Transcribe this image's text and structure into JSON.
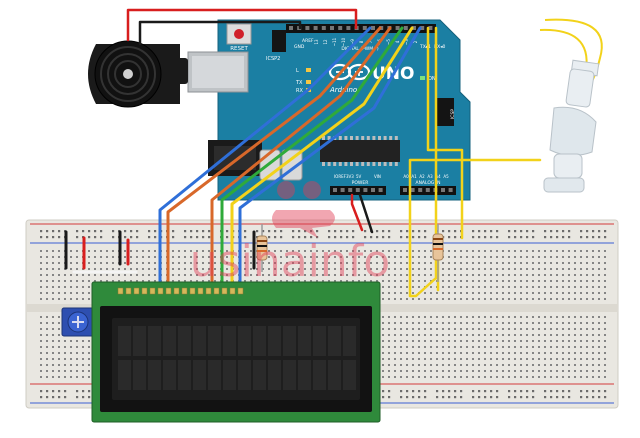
{
  "arduino": {
    "model": "UNO",
    "brand": "Arduino",
    "reset_label": "RESET",
    "icsp2_label": "ICSP2",
    "icsp_label": "ICSP",
    "on_label": "ON",
    "tx_label": "TX",
    "rx_label": "RX",
    "l_label": "L",
    "power_label": "POWER",
    "analog_label": "ANALOG IN",
    "digital_label": "DIGITAL (PWM~)",
    "aref_label": "AREF",
    "gnd_label": "GND",
    "ioref_label": "IOREF",
    "v5_label": "5V",
    "v33_label": "3V3",
    "vin_label": "VIN",
    "tx1_label": "TX▸1",
    "rx0_label": "RX◂0",
    "pin_numbers": [
      "13",
      "12",
      "~11",
      "~10",
      "~9",
      "8",
      "7",
      "~6",
      "~5",
      "4",
      "~3",
      "2"
    ],
    "analog_pins": [
      "A0",
      "A1",
      "A2",
      "A3",
      "A4",
      "A5"
    ]
  },
  "watermark": "usinainfo",
  "colors": {
    "board": "#1b7fa3",
    "breadboard": "#e9e7e1",
    "lcd_pcb": "#2f8a3b",
    "lcd_screen": "#1e1e1e",
    "wire_red": "#d81e1e",
    "wire_black": "#1a1a1a",
    "wire_orange": "#d8682a",
    "wire_blue": "#2f6fd8",
    "wire_green": "#2faa3a",
    "wire_yellow": "#f2d21a",
    "watermark": "#e23b55"
  }
}
